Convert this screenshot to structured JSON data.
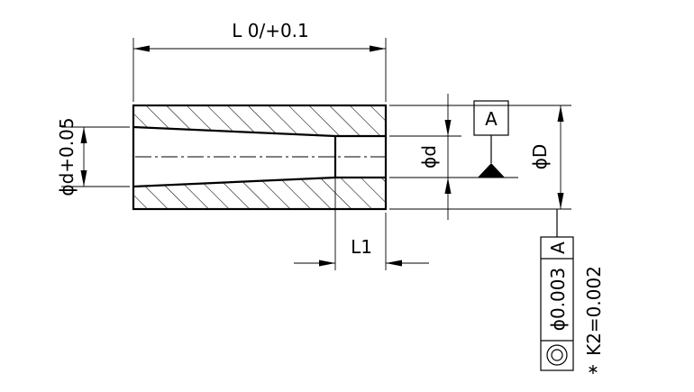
{
  "drawing": {
    "length_dim": "L 0/+0.1",
    "bore_tolerance_dim": "ϕd+0.05",
    "bore_dim": "ϕd",
    "outer_dim": "ϕD",
    "counterbore_dim": "L1",
    "datum_label": "A",
    "fcf": {
      "symbol": "concentricity",
      "tolerance": "ϕ0.003",
      "datum": "A"
    },
    "note": "K2=0.002",
    "note_marker": "∗"
  }
}
